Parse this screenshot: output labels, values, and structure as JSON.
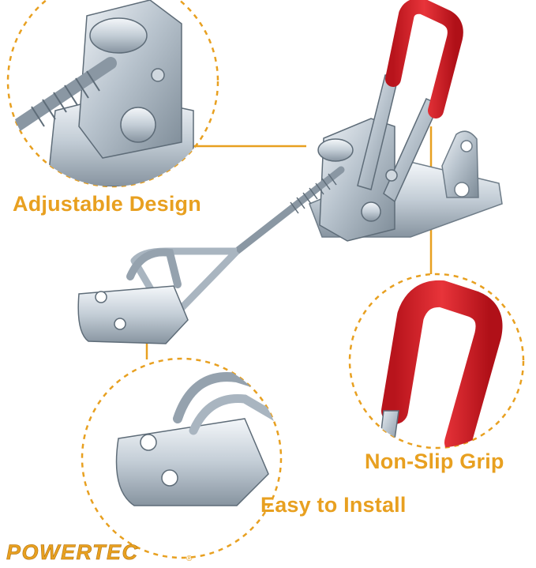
{
  "colors": {
    "accent": "#E8A020",
    "grip_red": "#D92028",
    "steel": "#B9C4CE",
    "steel_dark": "#6E7C88",
    "steel_light": "#E4EAF0"
  },
  "callouts": {
    "adjustable": "Adjustable Design",
    "non_slip": "Non-Slip Grip",
    "install": "Easy to Install"
  },
  "brand": {
    "name": "POWERTEC",
    "registered_mark": "®"
  }
}
